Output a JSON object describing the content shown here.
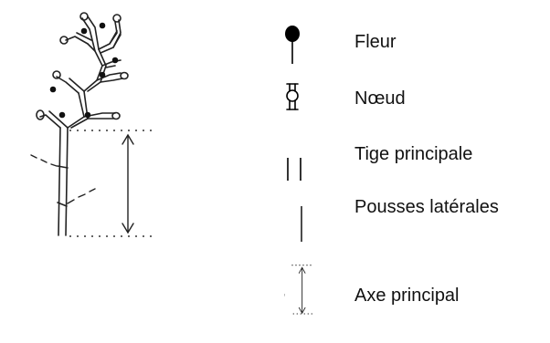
{
  "legend": {
    "items": [
      {
        "icon": "flower-symbol-icon",
        "label": "Fleur"
      },
      {
        "icon": "node-symbol-icon",
        "label": "Nœud"
      },
      {
        "icon": "main-stem-symbol-icon",
        "label": "Tige principale"
      },
      {
        "icon": "lateral-shoot-symbol-icon",
        "label": "Pousses latérales"
      },
      {
        "icon": "main-axis-symbol-icon",
        "label": "Axe principal"
      }
    ]
  }
}
